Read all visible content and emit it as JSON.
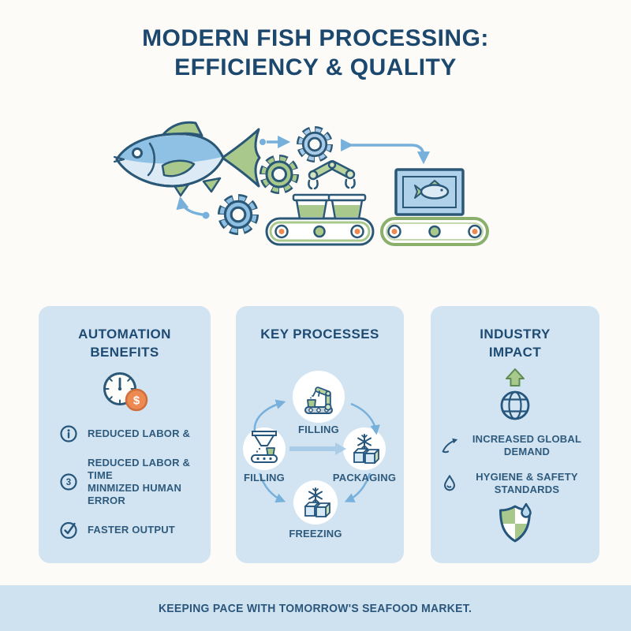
{
  "header": {
    "title": "MODERN FISH PROCESSING:\nEFFICIENCY & QUALITY"
  },
  "footer": {
    "text": "KEEPING PACE WITH TOMORROW'S SEAFOOD MARKET."
  },
  "cards": {
    "automation": {
      "title": "AUTOMATION\nBENEFITS",
      "items": [
        {
          "icon": "info-circle-icon",
          "text": "REDUCED LABOR &"
        },
        {
          "icon": "three-circle-icon",
          "text": "REDUCED LABOR & TIME\nMINMIZED HUMAN ERROR"
        },
        {
          "icon": "check-circle-icon",
          "text": "FASTER OUTPUT"
        }
      ]
    },
    "processes": {
      "title": "KEY PROCESSES",
      "steps": [
        {
          "icon": "robotic-arm-icon",
          "label": "FILLING"
        },
        {
          "icon": "hopper-filler-icon",
          "label": "FILLING"
        },
        {
          "icon": "frozen-package-icon",
          "label": "PACKAGING"
        },
        {
          "icon": "frozen-package-icon",
          "label": "FREEZING"
        }
      ]
    },
    "impact": {
      "title": "INDUSTRY\nIMPACT",
      "items": [
        {
          "icon": "trend-up-icon",
          "text": "INCREASED GLOBAL\nDEMAND"
        },
        {
          "icon": "water-drop-icon",
          "text": "HYGIENE & SAFETY\nSTANDARDS"
        }
      ]
    }
  },
  "icons": {
    "dollar": "$",
    "three": "3"
  },
  "colors": {
    "navy": "#1c486e",
    "body_text": "#2e5a7d",
    "card_bg": "#d2e4f1",
    "footer_bg": "#cfe2ef",
    "arrow_blue": "#77b0da",
    "fish_blue": "#8fc1e5",
    "pale_blue": "#dbeaf5",
    "green": "#a9c98c",
    "orange": "#ed8a52"
  }
}
